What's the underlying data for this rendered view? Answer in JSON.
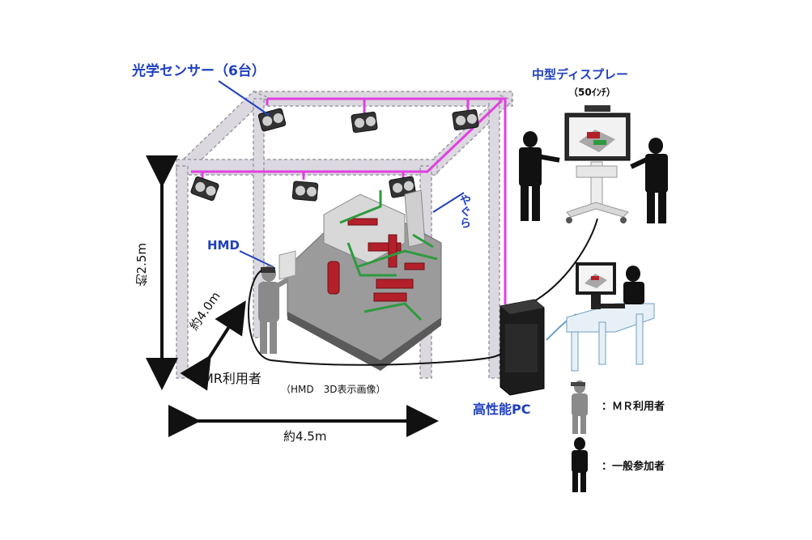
{
  "labels": {
    "optical_sensors": "光学センサー（6台）",
    "mid_display": "中型ディスプレー",
    "display_size": "（50ｲﾝﾁ）",
    "yagura": "やぐら",
    "hmd": "HMD",
    "height": "約2.5m",
    "depth": "約4.0m",
    "width": "約4.5m",
    "mr_user": "MR利用者",
    "hmd_caption": "（HMD　3D表示画像）",
    "pc": "高性能PC"
  },
  "legend": [
    {
      "text": "：ＭＲ利用者"
    },
    {
      "text": "：一般参加者"
    }
  ],
  "colors": {
    "label_blue": "#1f3fbf",
    "magenta_frame": "#e040e0",
    "frame_gray": "#d8d4dc",
    "figure_gray": "#8a8a8a",
    "figure_black": "#111111"
  }
}
